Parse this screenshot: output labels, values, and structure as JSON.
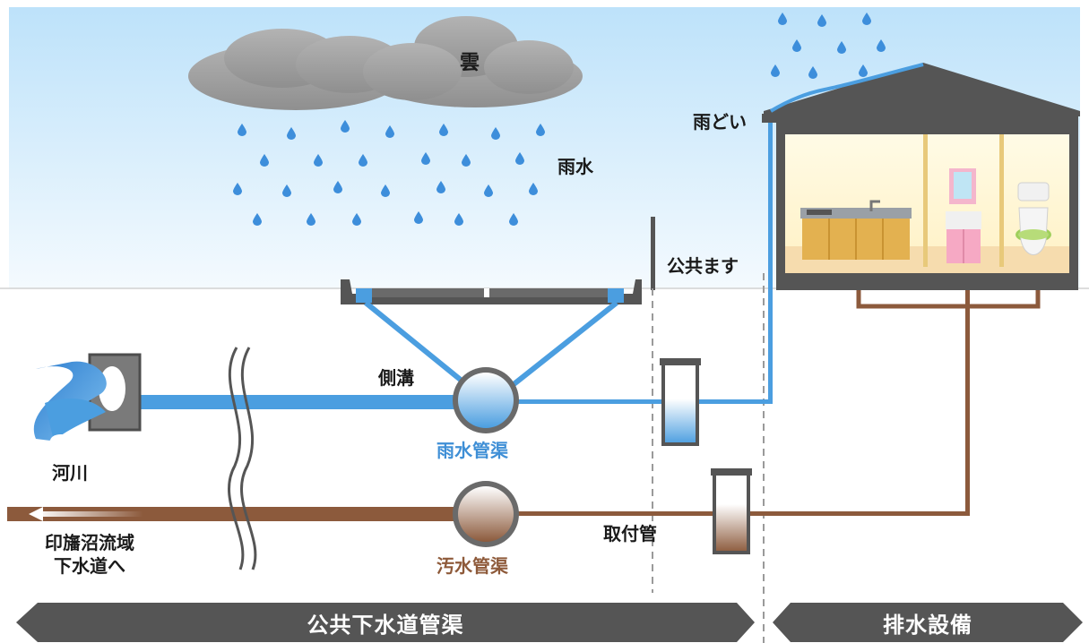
{
  "labels": {
    "cloud": "雲",
    "rainwater": "雨水",
    "gutter": "雨どい",
    "public_basin": "公共ます",
    "side_ditch": "側溝",
    "storm_pipe": "雨水管渠",
    "river": "河川",
    "sewage_pipe": "汚水管渠",
    "connection_pipe": "取付管",
    "destination_line1": "印旛沼流域",
    "destination_line2": "下水道へ"
  },
  "banners": {
    "public_sewer": "公共下水道管渠",
    "drainage_facility": "排水設備"
  },
  "colors": {
    "storm_blue": "#4b9ee0",
    "sewage_brown": "#8c5a3c",
    "sky_top": "#bfe3fa",
    "banner_gray": "#555555"
  }
}
